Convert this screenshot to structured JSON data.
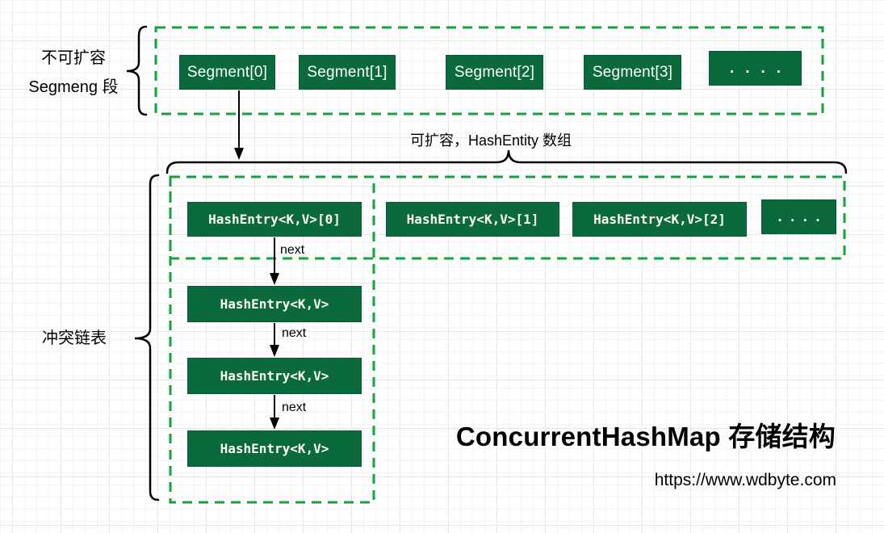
{
  "palette": {
    "box_green": "#0a6a3c",
    "dash_green": "#12a33c",
    "line_black": "#000000",
    "box_text": "#ffffff",
    "mono_text": "#fffef0"
  },
  "top_group": {
    "label_line1": "不可扩容",
    "label_line2": "Segmeng 段",
    "segments": [
      "Segment[0]",
      "Segment[1]",
      "Segment[2]",
      "Segment[3]",
      "...."
    ]
  },
  "entry_row": {
    "expand_label": "可扩容，HashEntity 数组",
    "entries": [
      "HashEntry<K,V>[0]",
      "HashEntry<K,V>[1]",
      "HashEntry<K,V>[2]",
      "...."
    ]
  },
  "chain": {
    "label": "冲突链表",
    "nodes": [
      "HashEntry<K,V>",
      "HashEntry<K,V>",
      "HashEntry<K,V>"
    ],
    "next_labels": [
      "next",
      "next",
      "next"
    ]
  },
  "footer": {
    "title": "ConcurrentHashMap 存储结构",
    "url": "https://www.wdbyte.com"
  }
}
